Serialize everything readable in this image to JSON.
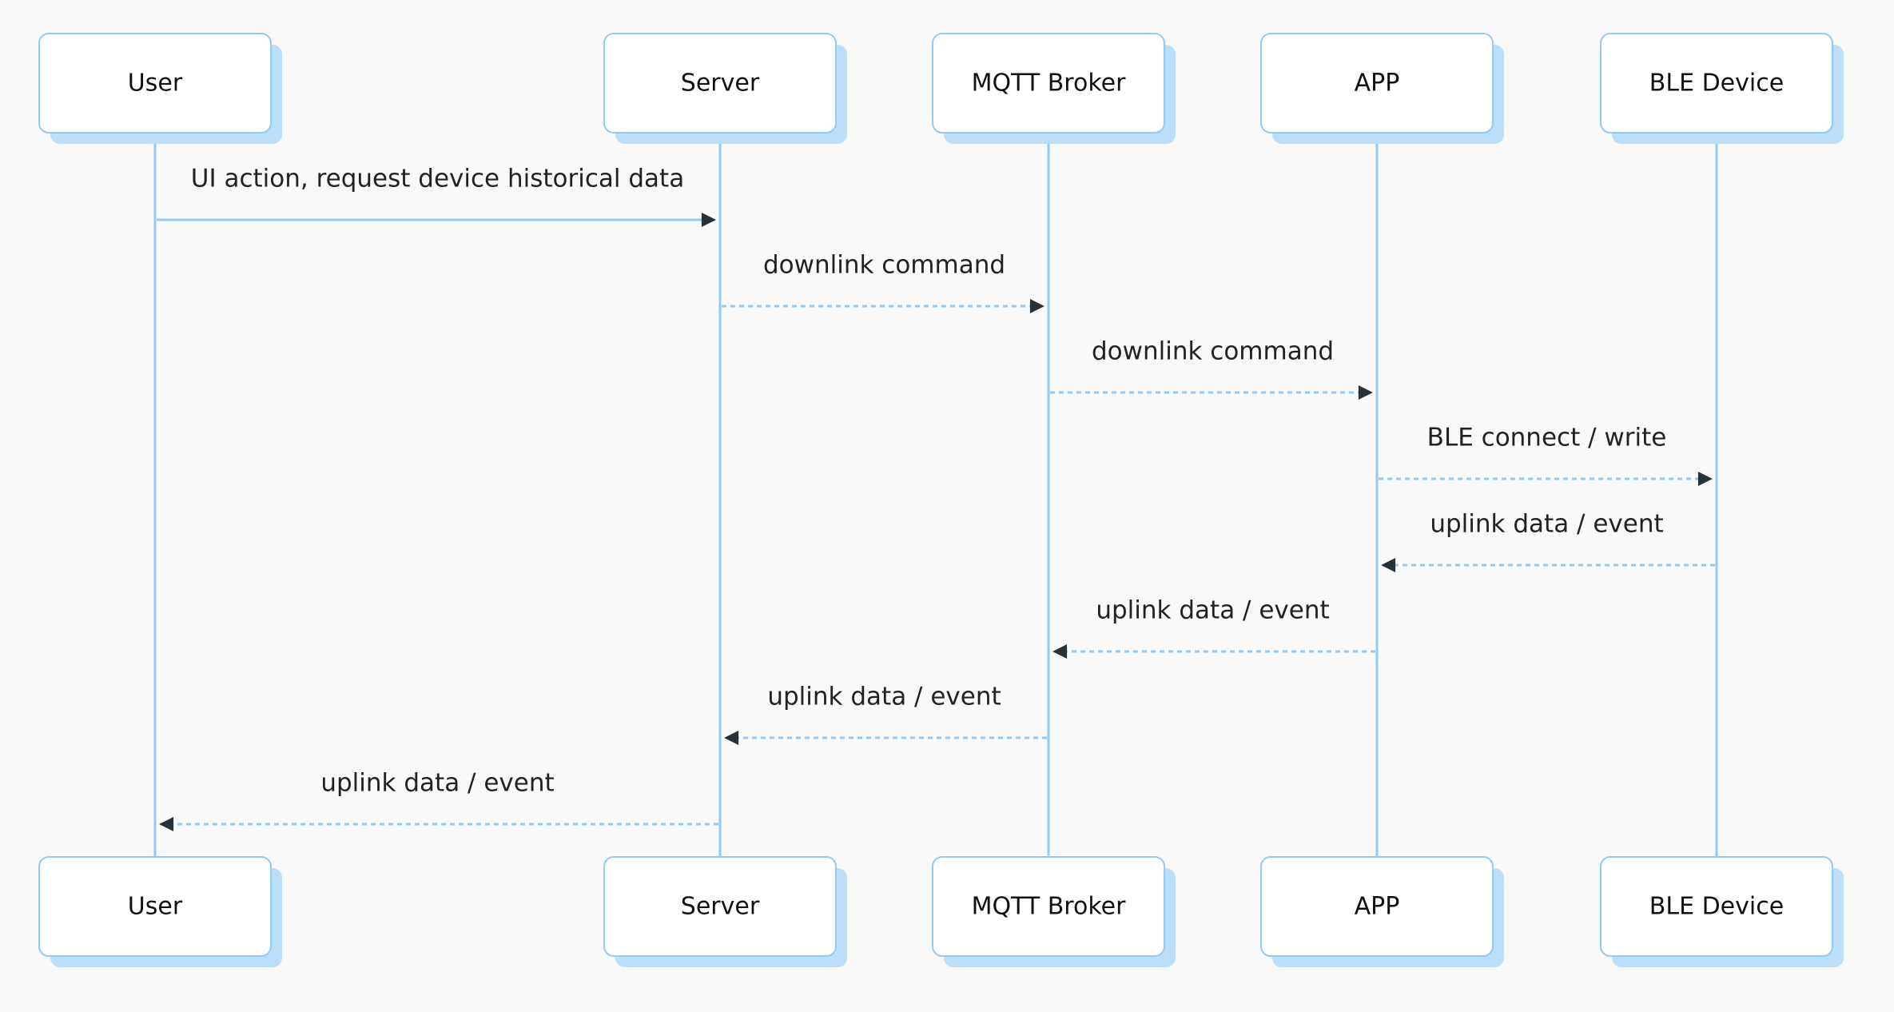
{
  "diagram": {
    "type": "sequence",
    "participants": [
      {
        "id": "user",
        "label": "User"
      },
      {
        "id": "server",
        "label": "Server"
      },
      {
        "id": "broker",
        "label": "MQTT Broker"
      },
      {
        "id": "app",
        "label": "APP"
      },
      {
        "id": "ble",
        "label": "BLE Device"
      }
    ],
    "messages": [
      {
        "from": "user",
        "to": "server",
        "label": "UI action, request device historical data",
        "style": "solid"
      },
      {
        "from": "server",
        "to": "broker",
        "label": "downlink command",
        "style": "dashed"
      },
      {
        "from": "broker",
        "to": "app",
        "label": "downlink command",
        "style": "dashed"
      },
      {
        "from": "app",
        "to": "ble",
        "label": "BLE connect / write",
        "style": "dashed"
      },
      {
        "from": "ble",
        "to": "app",
        "label": "uplink data / event",
        "style": "dashed"
      },
      {
        "from": "app",
        "to": "broker",
        "label": "uplink data / event",
        "style": "dashed"
      },
      {
        "from": "broker",
        "to": "server",
        "label": "uplink data / event",
        "style": "dashed"
      },
      {
        "from": "server",
        "to": "user",
        "label": "uplink data / event",
        "style": "dashed"
      }
    ]
  },
  "colors": {
    "background": "#f9f9f9",
    "box_fill": "#ffffff",
    "box_border": "#90caf9",
    "box_shadow": "#bbdefb",
    "lifeline": "#90caf9",
    "message_line": "#90caf9",
    "arrowhead": "#263238",
    "text": "#111111"
  }
}
